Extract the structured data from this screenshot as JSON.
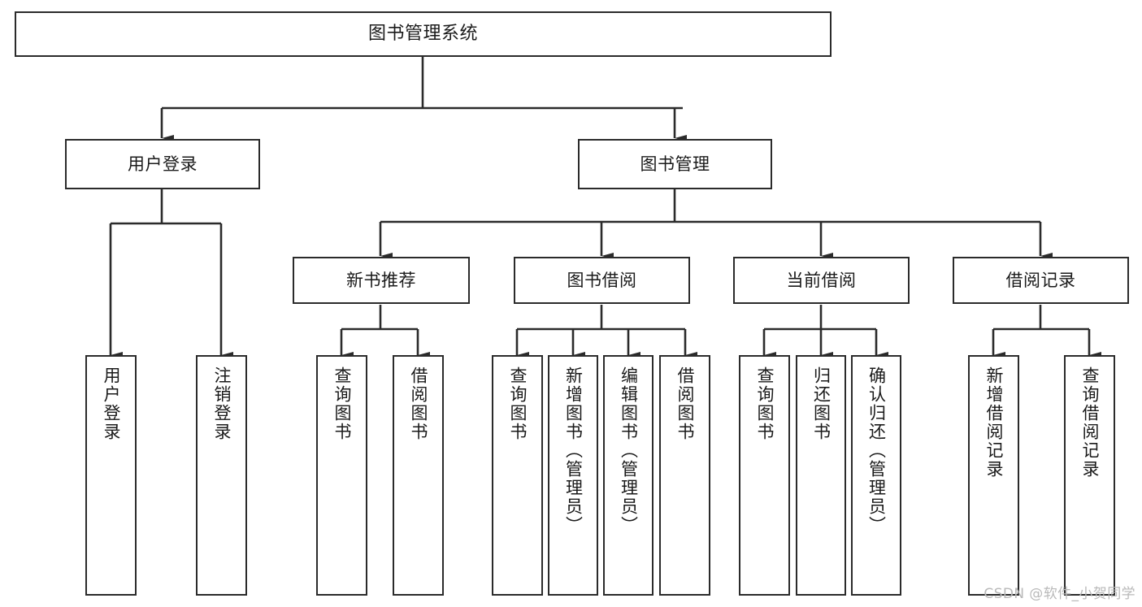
{
  "diagram": {
    "title": "图书管理系统",
    "type": "tree-hierarchy",
    "root": {
      "label": "图书管理系统"
    },
    "level1": [
      {
        "label": "用户登录"
      },
      {
        "label": "图书管理"
      }
    ],
    "level2": [
      {
        "label": "新书推荐"
      },
      {
        "label": "图书借阅"
      },
      {
        "label": "当前借阅"
      },
      {
        "label": "借阅记录"
      }
    ],
    "leaves": {
      "user_login": [
        {
          "label": "用户登录"
        },
        {
          "label": "注销登录"
        }
      ],
      "new_book_recommend": [
        {
          "label": "查询图书"
        },
        {
          "label": "借阅图书"
        }
      ],
      "book_borrow": [
        {
          "label": "查询图书"
        },
        {
          "label": "新增图书（管理员）"
        },
        {
          "label": "编辑图书（管理员）"
        },
        {
          "label": "借阅图书"
        }
      ],
      "current_borrow": [
        {
          "label": "查询图书"
        },
        {
          "label": "归还图书"
        },
        {
          "label": "确认归还（管理员）"
        }
      ],
      "borrow_record": [
        {
          "label": "新增借阅记录"
        },
        {
          "label": "查询借阅记录"
        }
      ]
    }
  },
  "watermark": {
    "text": "CSDN @软件_小贺同学"
  },
  "colors": {
    "background": "#ffffff",
    "border": "#2b2b2b",
    "text": "#1a1a1a",
    "connector": "#2b2b2b",
    "watermark": "#b9b9b9"
  }
}
